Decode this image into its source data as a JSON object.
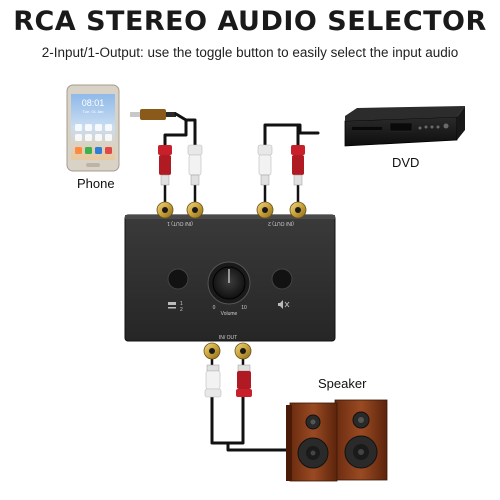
{
  "title": "RCA STEREO AUDIO SELECTOR",
  "subtitle": "2-Input/1-Output: use the toggle button to easily select the input audio",
  "labels": {
    "phone": "Phone",
    "dvd": "DVD",
    "speaker": "Speaker"
  },
  "device": {
    "in_label_left": "(IN/ OUT) 1",
    "in_label_right": "(IN/ OUT) 2",
    "out_label": "IN/ OUT",
    "switch_1": "1",
    "switch_2": "2",
    "volume_label": "Volume",
    "volume_min": "0",
    "volume_max": "10"
  },
  "phone_screen": {
    "time": "08:01",
    "date": "Tue, 01 Jan"
  },
  "colors": {
    "device_body": "#2e2e2e",
    "rca_red": "#c8202a",
    "rca_white": "#e8e8e8",
    "gold": "#c9a23a",
    "speaker_wood": "#7a3414"
  }
}
